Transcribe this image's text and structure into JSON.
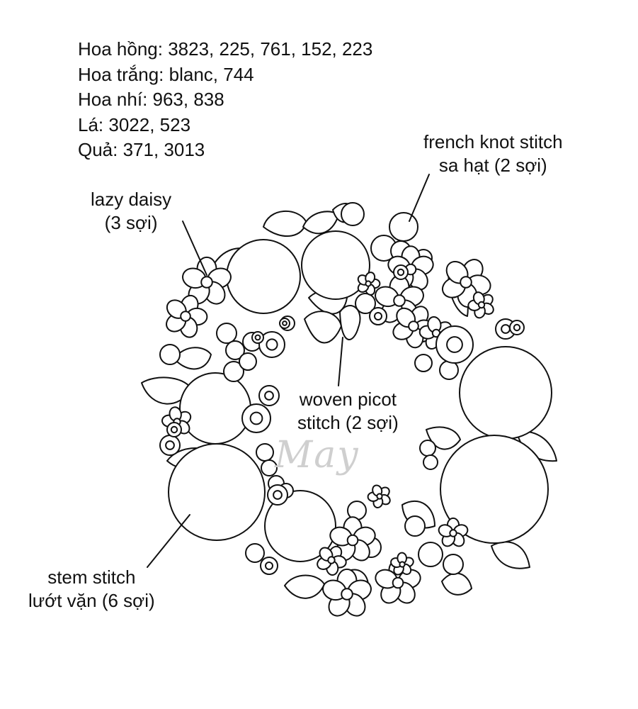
{
  "legend": [
    {
      "text": "Hoa hồng: 3823, 225, 761, 152, 223"
    },
    {
      "text": "Hoa trắng: blanc, 744"
    },
    {
      "text": "Hoa nhí: 963, 838"
    },
    {
      "text": "Lá: 3022, 523"
    },
    {
      "text": "Quả: 371, 3013"
    }
  ],
  "labels": {
    "lazy_daisy": {
      "line1": "lazy daisy",
      "line2": "(3 sợi)"
    },
    "french_knot": {
      "line1": "french knot stitch",
      "line2": "sa hạt (2 sợi)"
    },
    "woven_picot": {
      "line1": "woven picot",
      "line2": "stitch (2 sợi)"
    },
    "stem_stitch": {
      "line1": "stem stitch",
      "line2": "lướt vặn (6 sợi)"
    }
  },
  "watermark": {
    "text": "May"
  },
  "colors": {
    "line": "#111111",
    "fill": "#ffffff",
    "watermark": "#cfcfcf"
  }
}
